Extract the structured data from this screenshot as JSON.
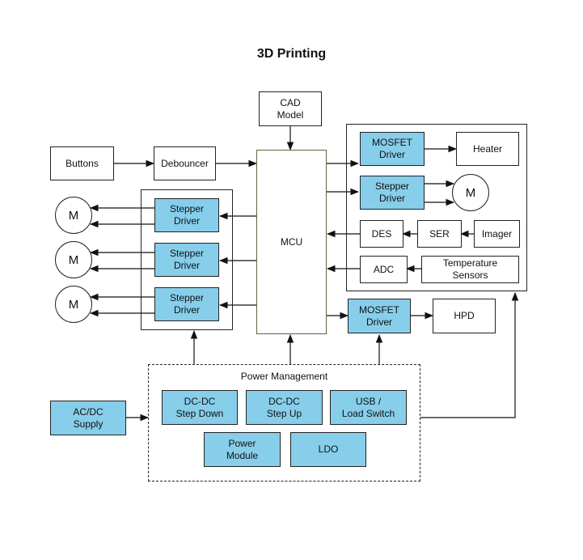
{
  "title": "3D Printing",
  "blocks": {
    "cad_model": "CAD\nModel",
    "buttons": "Buttons",
    "debouncer": "Debouncer",
    "mcu": "MCU",
    "stepper_driver": "Stepper\nDriver",
    "motor": "M",
    "mosfet_driver": "MOSFET\nDriver",
    "heater": "Heater",
    "des": "DES",
    "ser": "SER",
    "imager": "Imager",
    "adc": "ADC",
    "temperature_sensors": "Temperature\nSensors",
    "hpd": "HPD",
    "ac_dc_supply": "AC/DC\nSupply"
  },
  "power_management": {
    "label": "Power Management",
    "dcdc_step_down": "DC-DC\nStep Down",
    "dcdc_step_up": "DC-DC\nStep Up",
    "usb_load_switch": "USB /\nLoad Switch",
    "power_module": "Power\nModule",
    "ldo": "LDO"
  },
  "colors": {
    "highlight_fill": "#87ceeb",
    "stroke": "#222222",
    "mcu_stroke": "#5a6a3a"
  }
}
